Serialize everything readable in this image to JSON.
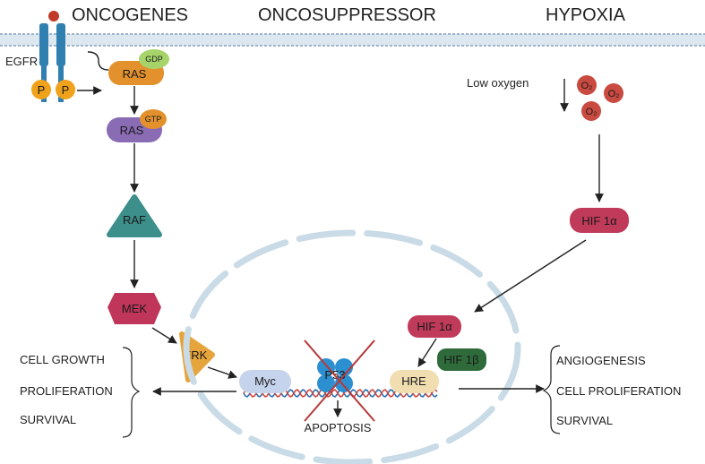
{
  "headers": {
    "oncogenes": "ONCOGENES",
    "oncosuppressor": "ONCOSUPPRESSOR",
    "hypoxia": "HYPOXIA"
  },
  "receptor": {
    "name": "EGFR",
    "phospho_left": "P",
    "phospho_right": "P"
  },
  "nodes": {
    "ras_gdp": "RAS",
    "gdp": "GDP",
    "ras_gtp": "RAS",
    "gtp": "GTP",
    "raf": "RAF",
    "mek": "MEK",
    "erk": "ERK",
    "myc": "Myc",
    "p53": "P53",
    "hre": "HRE",
    "hif1a_cyto": "HIF 1α",
    "hif1a_nuc": "HIF 1α",
    "hif1b": "HIF 1β",
    "apoptosis": "APOPTOSIS"
  },
  "hypoxia": {
    "low_oxygen": "Low oxygen",
    "o2_molecules": [
      "O₂",
      "O₂",
      "O₂"
    ]
  },
  "outcomes_left": [
    "CELL GROWTH",
    "PROLIFERATION",
    "SURVIVAL"
  ],
  "outcomes_right": [
    "ANGIOGENESIS",
    "CELL PROLIFERATION",
    "SURVIVAL"
  ],
  "colors": {
    "membrane": "#9fb5c9",
    "egfr": "#2f7fb1",
    "phosphate": "#f0a21b",
    "ras_gdp": "#e3912d",
    "gdp": "#a6d46b",
    "ras_gtp": "#8a6cb5",
    "gtp": "#e3912d",
    "raf": "#3c8f8a",
    "mek": "#c0355a",
    "erk": "#e6a43c",
    "myc": "#c6d3ec",
    "p53": "#2c8fd0",
    "hre": "#f0ddb0",
    "hif1a": "#c03a5a",
    "hif1b": "#2f6b3a",
    "o2": "#c94a40",
    "nucleus": "#c9dbe6",
    "cross": "#b53a3a"
  }
}
